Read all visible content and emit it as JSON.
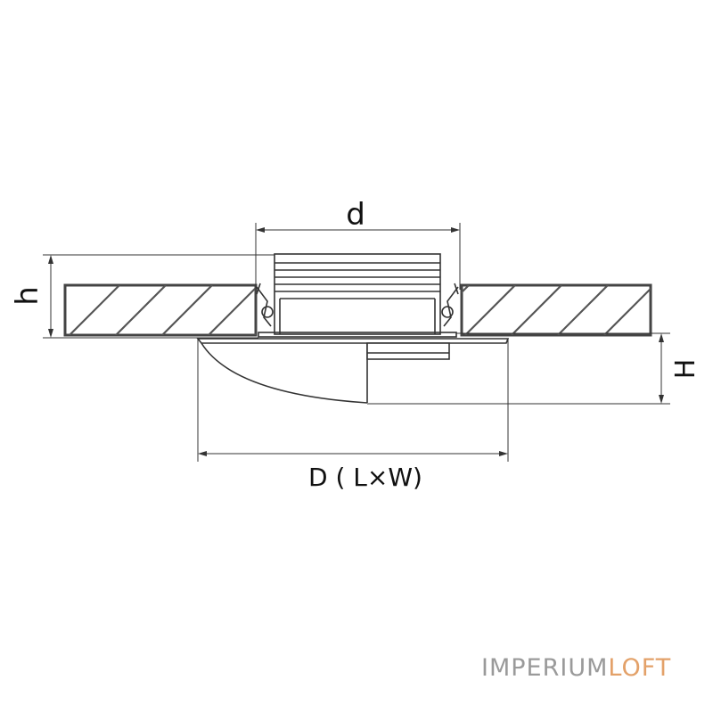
{
  "labels": {
    "cutout_diameter": "d",
    "ceiling_thickness": "h",
    "height": "H",
    "outer_diameter": "D ( L×W)"
  },
  "watermark": {
    "part1": "IMPERIUM",
    "part2": "LOFT"
  },
  "colors": {
    "line": "#333333",
    "hatch": "#555555",
    "watermark_gray": "#9a9a9a",
    "watermark_orange": "#e3a169"
  }
}
